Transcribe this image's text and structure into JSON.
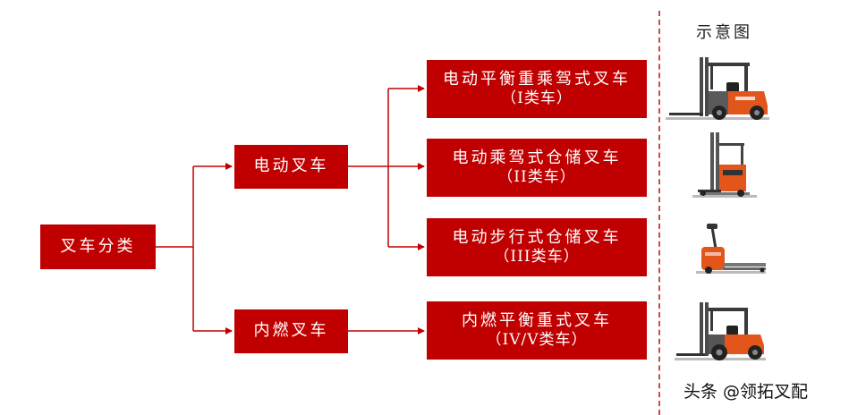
{
  "diagram": {
    "root": {
      "label": "叉车分类"
    },
    "categories": [
      {
        "label": "电动叉车"
      },
      {
        "label": "内燃叉车"
      }
    ],
    "types": [
      {
        "name": "电动平衡重乘驾式叉车",
        "class": "（I类车）",
        "image": "counterbalance-electric-forklift"
      },
      {
        "name": "电动乘驾式仓储叉车",
        "class": "（II类车）",
        "image": "reach-truck"
      },
      {
        "name": "电动步行式仓储叉车",
        "class": "（III类车）",
        "image": "pallet-truck"
      },
      {
        "name": "内燃平衡重式叉车",
        "class": "（IV/V类车）",
        "image": "ic-counterbalance-forklift"
      }
    ],
    "colors": {
      "box": "#c00000",
      "connector": "#c00000",
      "divider": "#cc4a4a"
    }
  },
  "legend": {
    "title": "示意图"
  },
  "watermark": "头条 @领拓叉配"
}
